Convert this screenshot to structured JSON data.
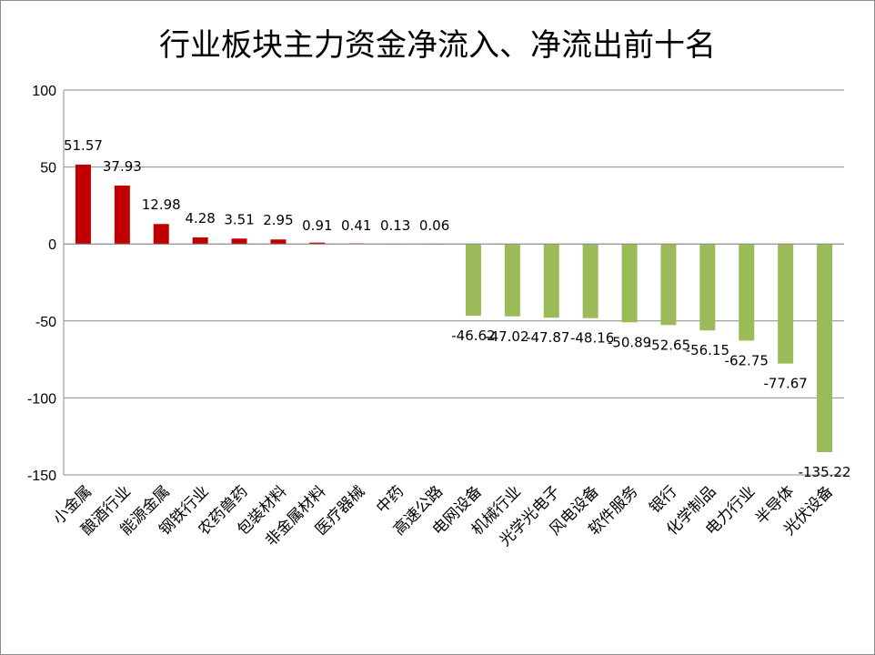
{
  "chart_data": {
    "type": "bar",
    "title": "行业板块主力资金净流入、净流出前十名",
    "xlabel": "",
    "ylabel": "",
    "ylim": [
      -150,
      100
    ],
    "yticks": [
      100,
      50,
      0,
      -50,
      -100,
      -150
    ],
    "grid": true,
    "legend": "none",
    "categories": [
      "小金属",
      "酿酒行业",
      "能源金属",
      "钢铁行业",
      "农药兽药",
      "包装材料",
      "非金属材料",
      "医疗器械",
      "中药",
      "高速公路",
      "电网设备",
      "机械行业",
      "光学光电子",
      "风电设备",
      "软件服务",
      "银行",
      "化学制品",
      "电力行业",
      "半导体",
      "光伏设备"
    ],
    "values": [
      51.57,
      37.93,
      12.98,
      4.28,
      3.51,
      2.95,
      0.91,
      0.41,
      0.13,
      0.06,
      -46.62,
      -47.02,
      -47.87,
      -48.16,
      -50.89,
      -52.65,
      -56.15,
      -62.75,
      -77.67,
      -135.22
    ],
    "value_labels": [
      "51.57",
      "37.93",
      "12.98",
      "4.28",
      "3.51",
      "2.95",
      "0.91",
      "0.41",
      "0.13",
      "0.06",
      "-46.62",
      "-47.02",
      "-47.87",
      "-48.16",
      "-50.89",
      "-52.65",
      "-56.15",
      "-62.75",
      "-77.67",
      "-135.22"
    ],
    "colors": {
      "positive": "#c00000",
      "negative": "#9bbb59",
      "grid": "#8c8c8c",
      "axis": "#8c8c8c"
    }
  }
}
